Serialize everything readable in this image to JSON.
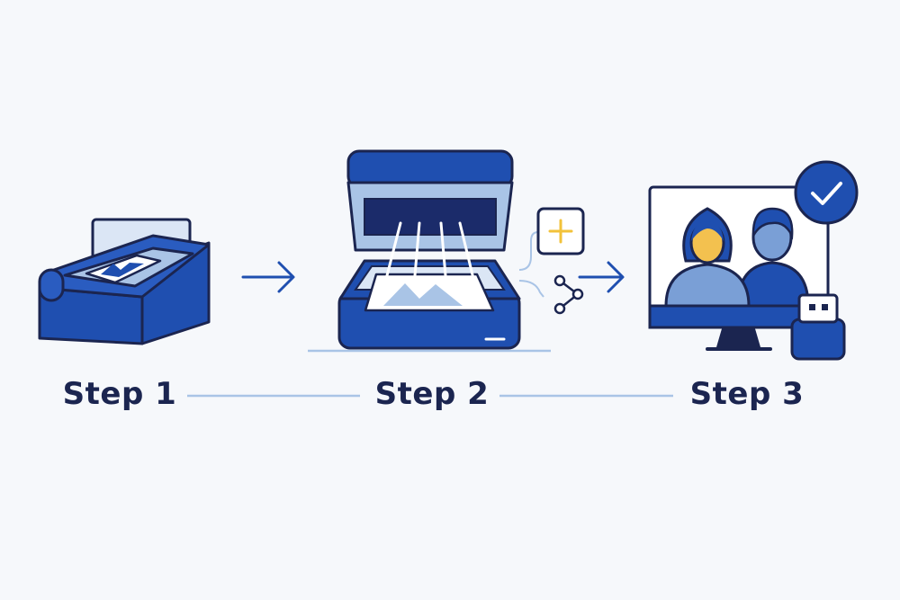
{
  "steps": [
    {
      "label": "Step 1",
      "icon": "photo-in-flatbed-holder-icon"
    },
    {
      "label": "Step 2",
      "icon": "flatbed-scanner-icon"
    },
    {
      "label": "Step 3",
      "icon": "monitor-with-people-photo-icon"
    }
  ],
  "side_icons": [
    "plus-icon",
    "share-icon",
    "checkmark-icon",
    "usb-drive-icon"
  ],
  "colors": {
    "navy": "#1b2550",
    "primary": "#1f4fb0",
    "light_blue": "#a9c4e6",
    "pale_blue": "#dbe6f5",
    "accent_yellow": "#f2c23a",
    "skin": "#f3c14f",
    "background": "#f6f8fb"
  }
}
